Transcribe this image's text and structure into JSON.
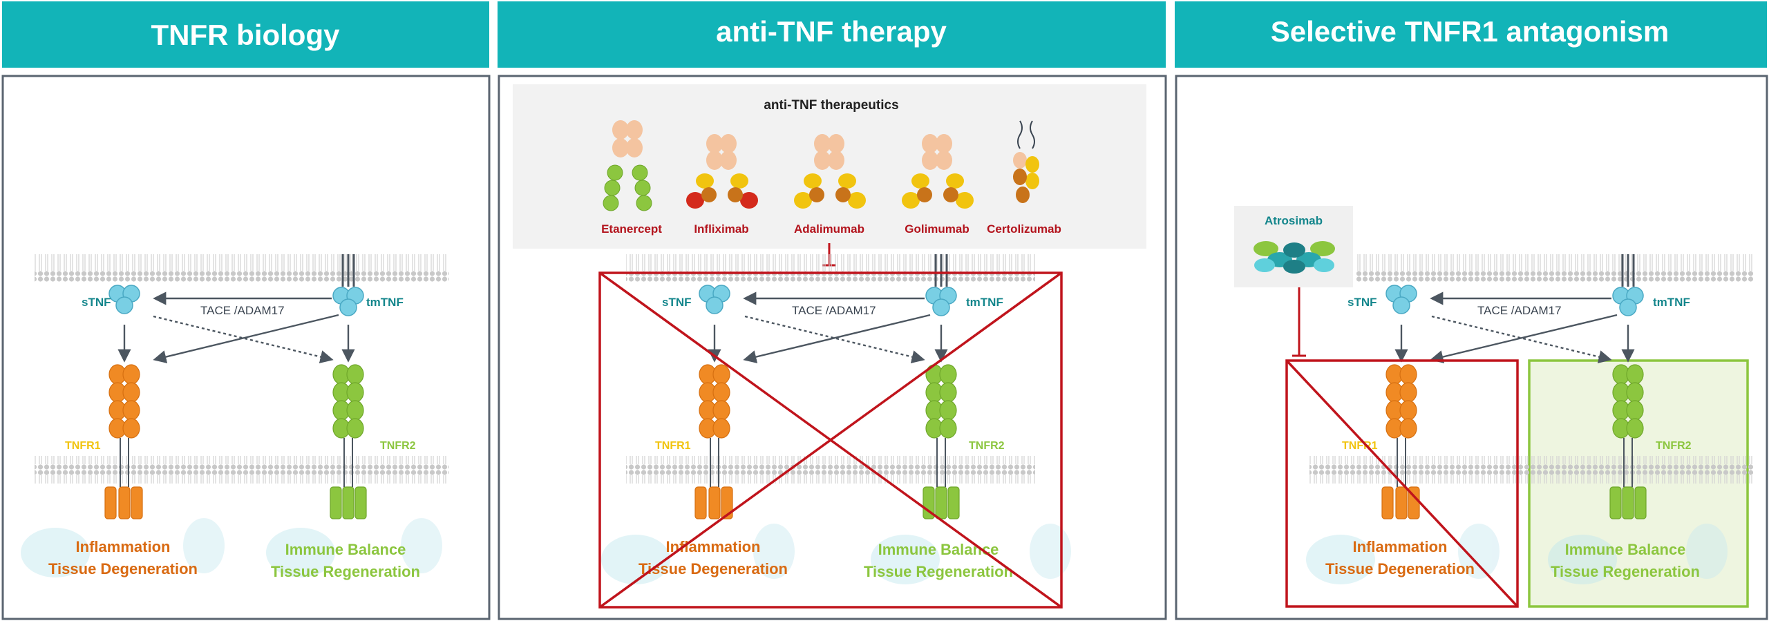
{
  "colors": {
    "header_teal": "#12b4b8",
    "frame_gray": "#5a6470",
    "arrow_gray": "#4c5660",
    "tnfr1_orange": "#f08a24",
    "tnfr2_green": "#8cc63f",
    "tnf_blue": "#79cfe4",
    "label_teal": "#14868c",
    "label_yellow": "#f1c40f",
    "outcome_orange": "#d96a12",
    "outcome_green": "#8cc63f",
    "cross_red": "#c0141c",
    "drug_red": "#b3131c",
    "heavy_chain_peach": "#f4c4a0"
  },
  "panels": [
    {
      "title": "TNFR biology",
      "tnf_soluble": "sTNF",
      "tnf_membrane": "tmTNF",
      "protease": "TACE  /ADAM17",
      "receptor1": "TNFR1",
      "receptor2": "TNFR2",
      "outcome1": [
        "Inflammation",
        "Tissue Degeneration"
      ],
      "outcome2": [
        "Immune Balance",
        "Tissue Regeneration"
      ]
    },
    {
      "title": "anti-TNF therapy",
      "therapeutics_title": "anti-TNF therapeutics",
      "drugs": [
        "Etanercept",
        "Infliximab",
        "Adalimumab",
        "Golimumab",
        "Certolizumab"
      ],
      "tnf_soluble": "sTNF",
      "tnf_membrane": "tmTNF",
      "protease": "TACE  /ADAM17",
      "receptor1": "TNFR1",
      "receptor2": "TNFR2",
      "outcome1": [
        "Inflammation",
        "Tissue Degeneration"
      ],
      "outcome2": [
        "Immune Balance",
        "Tissue Regeneration"
      ]
    },
    {
      "title": "Selective TNFR1 antagonism",
      "antagonist": "Atrosimab",
      "tnf_soluble": "sTNF",
      "tnf_membrane": "tmTNF",
      "protease": "TACE  /ADAM17",
      "receptor1": "TNFR1",
      "receptor2": "TNFR2",
      "outcome1": [
        "Inflammation",
        "Tissue Degeneration"
      ],
      "outcome2": [
        "Immune Balance",
        "Tissue Regeneration"
      ]
    }
  ]
}
